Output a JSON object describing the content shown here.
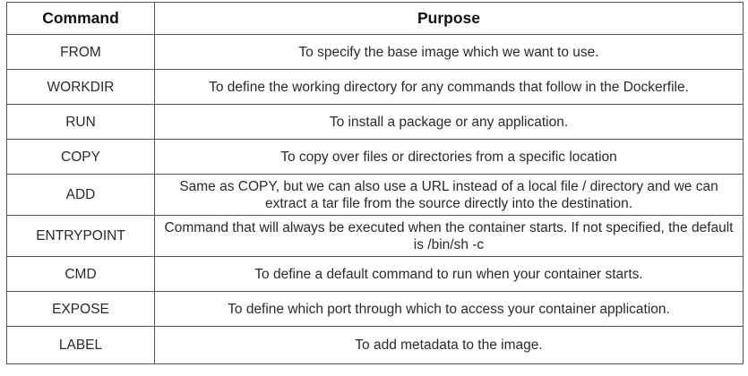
{
  "table": {
    "headers": [
      "Command",
      "Purpose"
    ],
    "rows": [
      {
        "command": "FROM",
        "purpose": "To specify the base image which we want to use."
      },
      {
        "command": "WORKDIR",
        "purpose": "To define the working directory for any commands that follow in the Dockerfile."
      },
      {
        "command": "RUN",
        "purpose": "To install a package or any application."
      },
      {
        "command": "COPY",
        "purpose": "To copy over files or directories from a specific location"
      },
      {
        "command": "ADD",
        "purpose": "Same as COPY, but we can also use a URL instead of a local file / directory and we can extract a tar file from the source directly into the destination."
      },
      {
        "command": "ENTRYPOINT",
        "purpose": "Command that will always be executed when the container starts. If not specified, the default is /bin/sh -c"
      },
      {
        "command": "CMD",
        "purpose": "To define a default command to run when your container starts."
      },
      {
        "command": "EXPOSE",
        "purpose": "To define which port through which to access your container application."
      },
      {
        "command": "LABEL",
        "purpose": "To add metadata to the image."
      }
    ]
  }
}
